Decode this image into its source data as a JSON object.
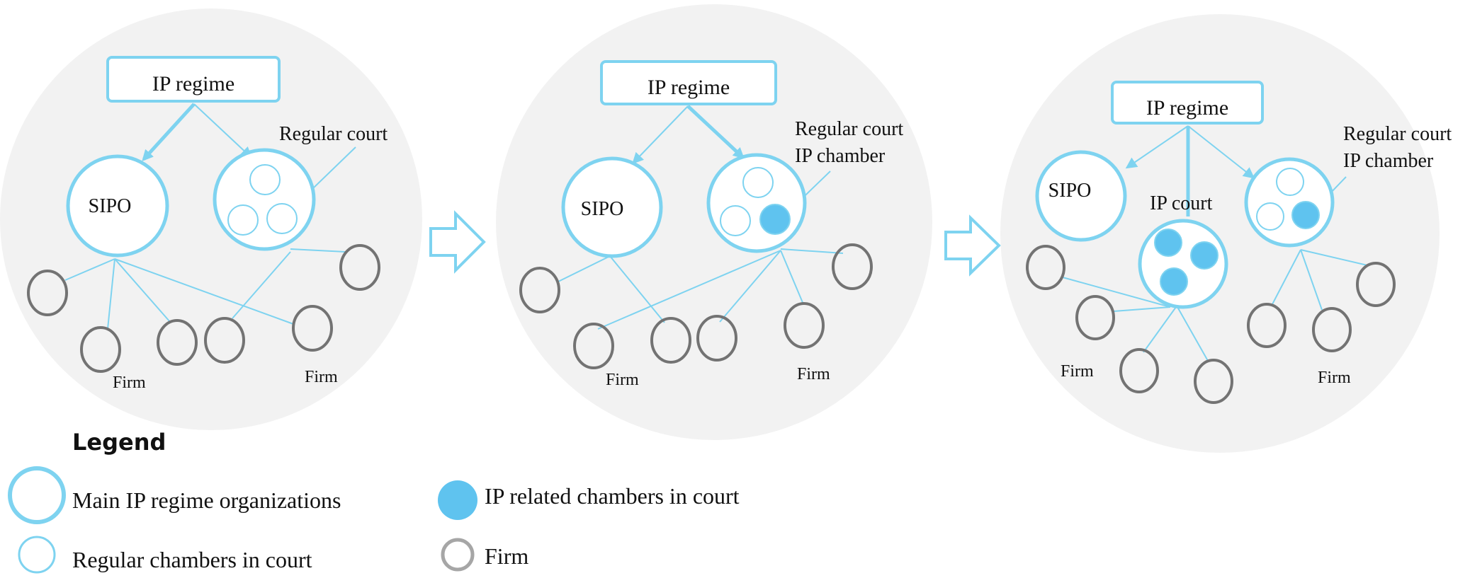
{
  "colors": {
    "blue": "#7ed3f0",
    "blue_fill": "#5fc3ef",
    "gray": "#737373",
    "panel": "#f2f2f2"
  },
  "panel1": {
    "ip_regime": "IP regime",
    "sipo": "SIPO",
    "regular_court": "Regular court",
    "firm_a": "Firm",
    "firm_b": "Firm"
  },
  "panel2": {
    "ip_regime": "IP regime",
    "sipo": "SIPO",
    "regular_court": "Regular court",
    "ip_chamber": "IP chamber",
    "firm_a": "Firm",
    "firm_b": "Firm"
  },
  "panel3": {
    "ip_regime": "IP regime",
    "sipo": "SIPO",
    "ip_court": "IP  court",
    "regular_court": "Regular court",
    "ip_chamber": "IP chamber",
    "firm_a": "Firm",
    "firm_b": "Firm"
  },
  "legend": {
    "title": "Legend",
    "main_orgs": "Main IP regime organizations",
    "regular_chambers": "Regular chambers in court",
    "ip_chambers": "IP related chambers in court",
    "firm": "Firm"
  }
}
